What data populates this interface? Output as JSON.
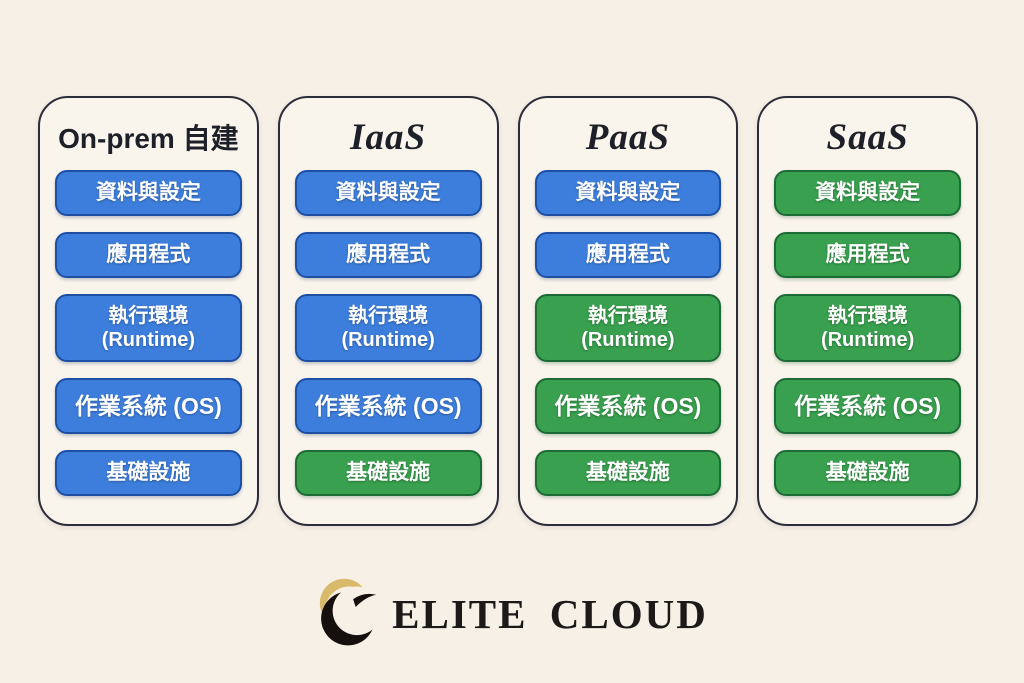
{
  "page": {
    "background": "#f7f0e6"
  },
  "colors": {
    "blue_fill": "#3d7edd",
    "blue_border": "#1d4fa2",
    "green_fill": "#38a04e",
    "green_border": "#1d6b34",
    "card_fill": "#faf5ec",
    "card_border": "#2b2e3a",
    "title_text": "#1e2029",
    "layer_text": "#ffffff",
    "logo_gold": "#d9b96a",
    "logo_black": "#15100d",
    "brand_text": "#1c1a19"
  },
  "columns": [
    {
      "title": "On-prem 自建",
      "title_class": "sans",
      "layers": [
        {
          "label": "資料與設定",
          "color": "blue"
        },
        {
          "label": "應用程式",
          "color": "blue"
        },
        {
          "label": "執行環境",
          "sub": "(Runtime)",
          "color": "blue"
        },
        {
          "label": "作業系統 (OS)",
          "color": "blue"
        },
        {
          "label": "基礎設施",
          "color": "blue"
        }
      ]
    },
    {
      "title": "IaaS",
      "title_class": "serif",
      "layers": [
        {
          "label": "資料與設定",
          "color": "blue"
        },
        {
          "label": "應用程式",
          "color": "blue"
        },
        {
          "label": "執行環境",
          "sub": "(Runtime)",
          "color": "blue"
        },
        {
          "label": "作業系統 (OS)",
          "color": "blue"
        },
        {
          "label": "基礎設施",
          "color": "green"
        }
      ]
    },
    {
      "title": "PaaS",
      "title_class": "serif",
      "layers": [
        {
          "label": "資料與設定",
          "color": "blue"
        },
        {
          "label": "應用程式",
          "color": "blue"
        },
        {
          "label": "執行環境",
          "sub": "(Runtime)",
          "color": "green"
        },
        {
          "label": "作業系統 (OS)",
          "color": "green"
        },
        {
          "label": "基礎設施",
          "color": "green"
        }
      ]
    },
    {
      "title": "SaaS",
      "title_class": "serif",
      "layers": [
        {
          "label": "資料與設定",
          "color": "green"
        },
        {
          "label": "應用程式",
          "color": "green"
        },
        {
          "label": "執行環境",
          "sub": "(Runtime)",
          "color": "green"
        },
        {
          "label": "作業系統 (OS)",
          "color": "green"
        },
        {
          "label": "基礎設施",
          "color": "green"
        }
      ]
    }
  ],
  "footer": {
    "brand": "ELITE CLOUD",
    "logo": "elite-cloud-crescent-logo"
  }
}
